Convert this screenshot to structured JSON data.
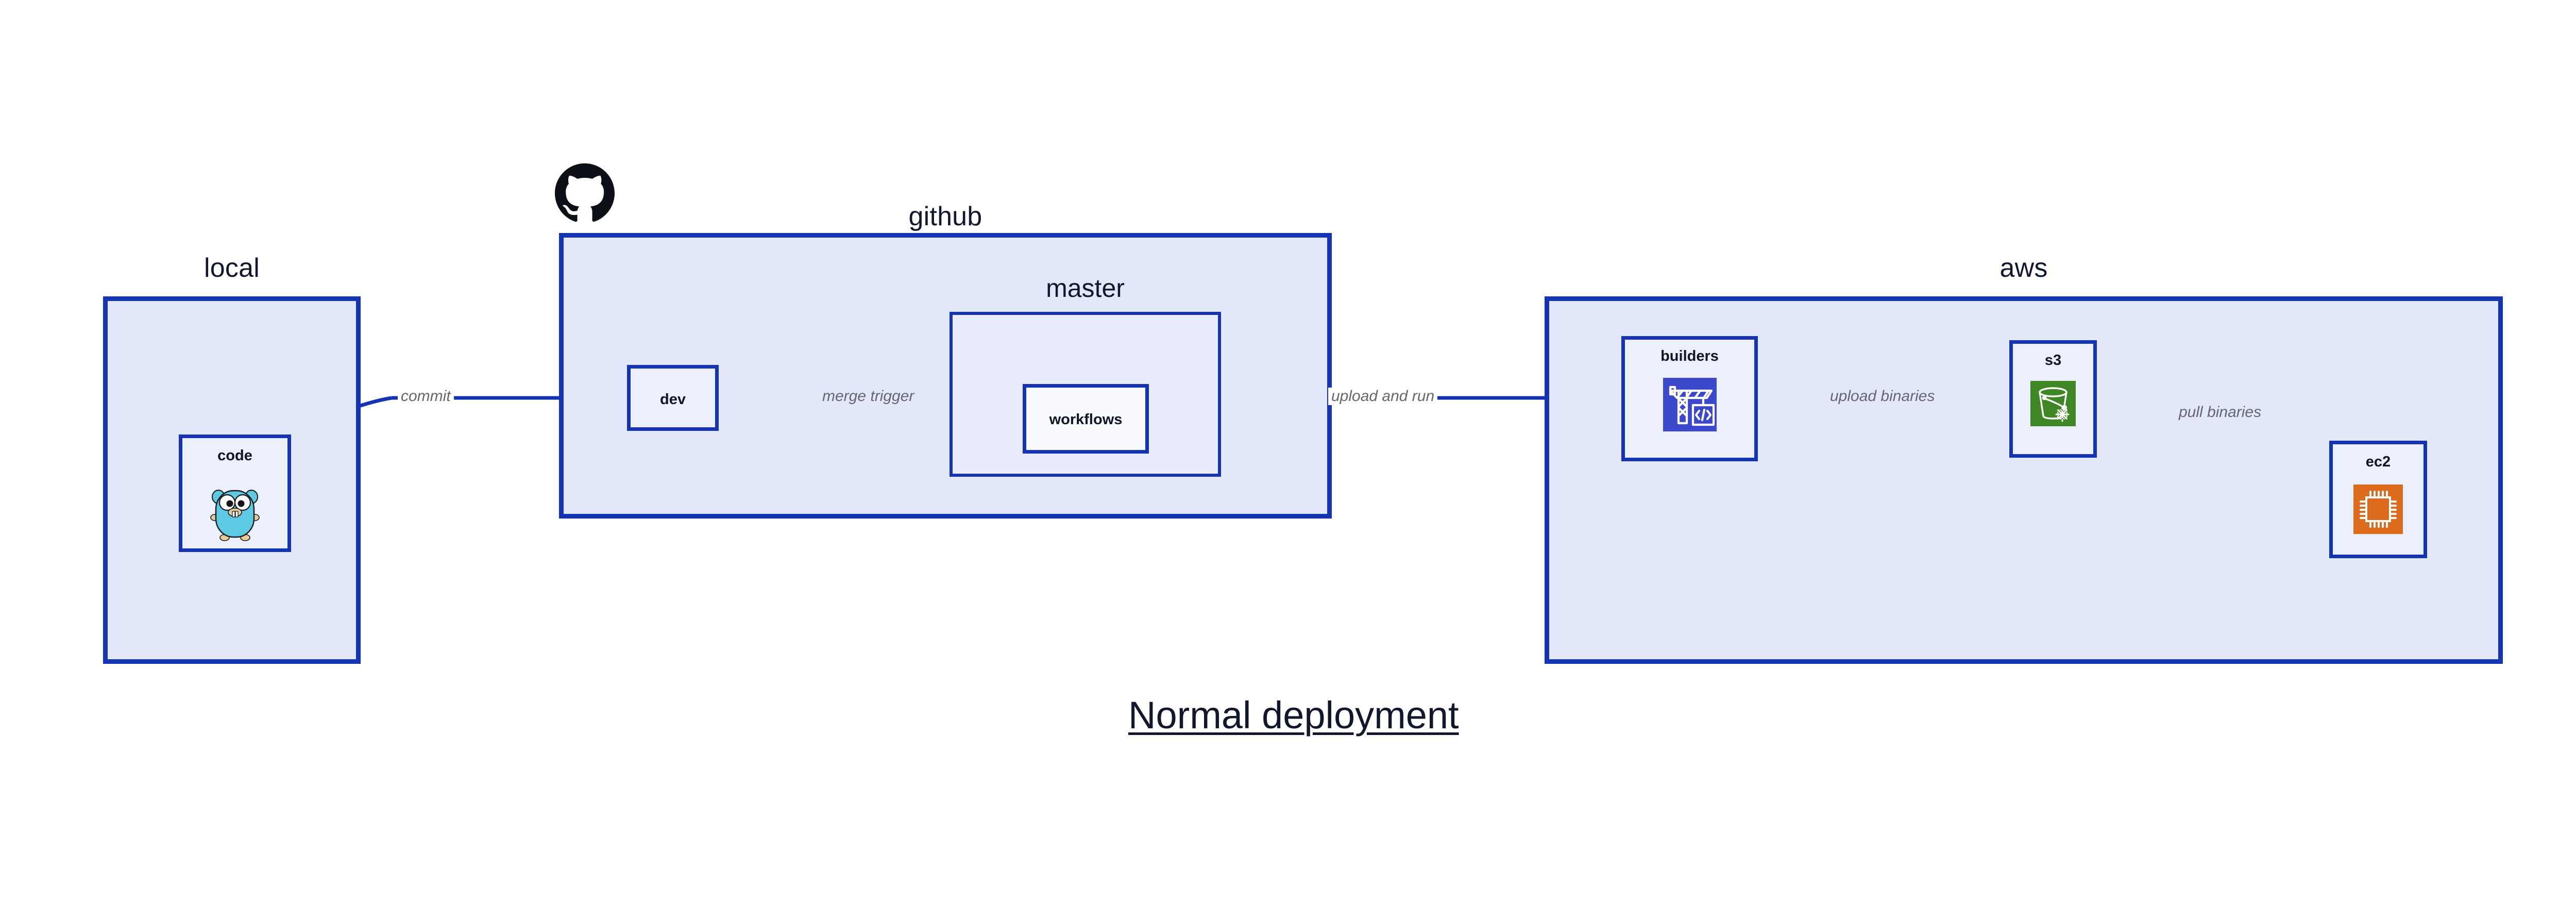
{
  "diagram": {
    "title": "Normal deployment",
    "colors": {
      "border_blue": "#1434b4",
      "group_fill": "#e2e7fa",
      "sub_fill": "#e9edfb",
      "node_fill": "#ecf0fd",
      "node_fill_white": "#f7f9fd",
      "edge_line": "#1434b4",
      "edge_label_text": "#63676e",
      "title_text": "#12172e",
      "builders_icon_bg": "#3b48cc",
      "s3_icon_bg": "#3f8624",
      "ec2_icon_bg": "#dd6b1d",
      "gopher_body": "#5dc9e2",
      "github_logo": "#0d1117"
    },
    "groups": [
      {
        "id": "local",
        "label": "local"
      },
      {
        "id": "github",
        "label": "github"
      },
      {
        "id": "aws",
        "label": "aws"
      }
    ],
    "subgroups": [
      {
        "id": "master",
        "label": "master",
        "parent": "github"
      }
    ],
    "nodes": [
      {
        "id": "code",
        "label": "code",
        "group": "local",
        "icon": "go-gopher-icon"
      },
      {
        "id": "dev",
        "label": "dev",
        "group": "github",
        "icon": null
      },
      {
        "id": "workflows",
        "label": "workflows",
        "group": "master",
        "icon": null
      },
      {
        "id": "builders",
        "label": "builders",
        "group": "aws",
        "icon": "crane-code-icon"
      },
      {
        "id": "s3",
        "label": "s3",
        "group": "aws",
        "icon": "s3-bucket-icon"
      },
      {
        "id": "ec2",
        "label": "ec2",
        "group": "aws",
        "icon": "cpu-chip-icon"
      }
    ],
    "edges": [
      {
        "id": "commit",
        "label": "commit",
        "from": "code",
        "to": "dev"
      },
      {
        "id": "merge-trigger",
        "label": "merge trigger",
        "from": "dev",
        "to": "workflows"
      },
      {
        "id": "upload-and-run",
        "label": "upload and run",
        "from": "workflows",
        "to": "builders"
      },
      {
        "id": "upload-binaries",
        "label": "upload binaries",
        "from": "builders",
        "to": "s3"
      },
      {
        "id": "pull-binaries",
        "label": "pull binaries",
        "from": "s3",
        "to": "ec2"
      }
    ]
  }
}
